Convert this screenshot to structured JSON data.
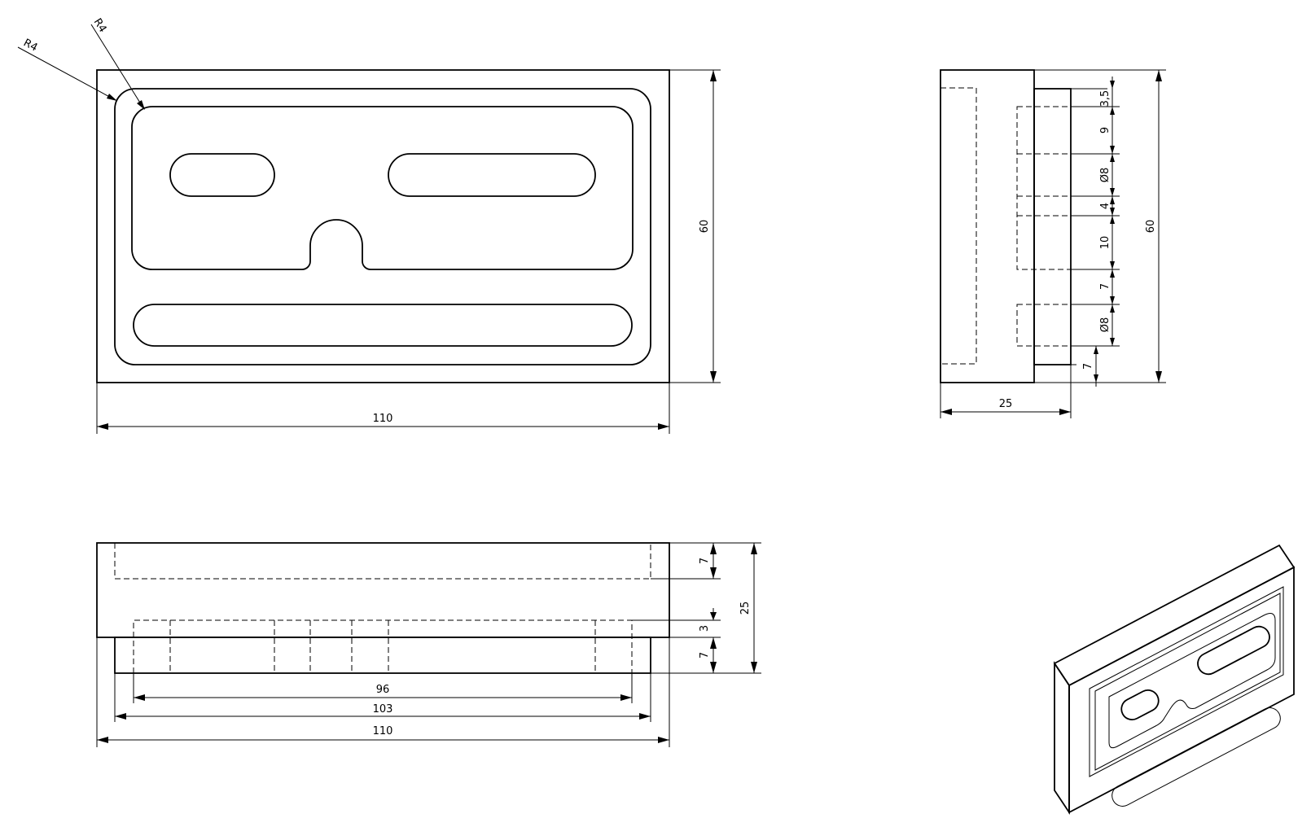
{
  "drawing": {
    "front_view": {
      "width_label": "110",
      "height_label": "60",
      "radius_outer_label": "R4",
      "radius_inner_label": "R4"
    },
    "side_view": {
      "height_label": "60",
      "depth_label": "25",
      "stack_labels": {
        "top_gap": "3,5",
        "pocket_offset": "9",
        "hole_upper": "Ø8",
        "gap_mid": "4",
        "span_10": "10",
        "gap_7": "7",
        "hole_lower": "Ø8",
        "bottom_7": "7"
      }
    },
    "bottom_view": {
      "dim_96": "96",
      "dim_103": "103",
      "dim_110": "110",
      "depth_7_top": "7",
      "depth_3": "3",
      "depth_7_bottom": "7",
      "total_25": "25"
    }
  }
}
